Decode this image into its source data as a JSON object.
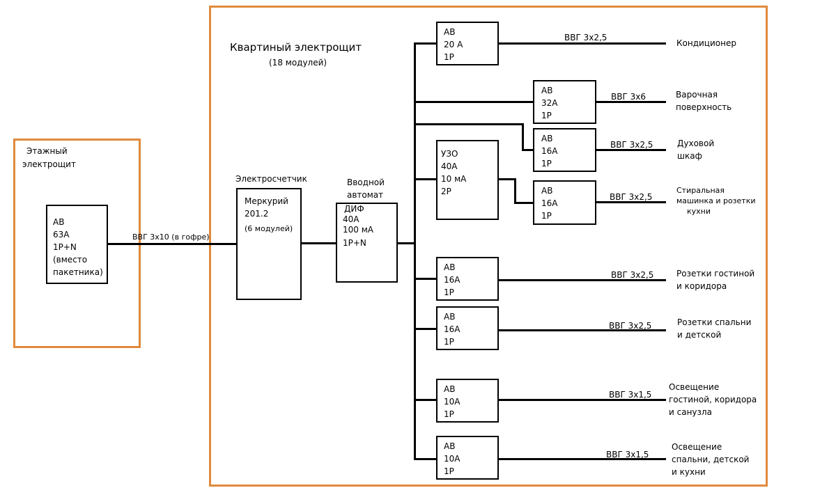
{
  "floor_panel": {
    "title_lines": [
      "Этажный",
      "электрощит"
    ],
    "breaker": [
      "АВ",
      "63А",
      "1Р+N",
      "(вместо",
      "пакетника)"
    ]
  },
  "apartment_panel": {
    "title": "Квартиный электрощит",
    "subtitle": "(18 модулей)"
  },
  "feed_cable": "ВВГ 3х10 (в гофре)",
  "meter": {
    "heading": "Электросчетчик",
    "lines": [
      "Меркурий",
      "201.2"
    ],
    "modules": "(6 модулей)"
  },
  "main_breaker": {
    "heading": [
      "Вводной",
      "автомат"
    ],
    "lines": [
      "ДИФ",
      "40А",
      "100 мА",
      "1Р+N"
    ]
  },
  "rcd": {
    "lines": [
      "УЗО",
      "40А",
      "10 мА",
      "2Р"
    ]
  },
  "circuits": [
    {
      "breaker": [
        "АВ",
        "20 А",
        "1Р"
      ],
      "cable": "ВВГ 3х2,5",
      "load": [
        "Кондиционер"
      ]
    },
    {
      "breaker": [
        "АВ",
        "32А",
        "1Р"
      ],
      "cable": "ВВГ 3х6",
      "load": [
        "Варочная",
        "поверхность"
      ]
    },
    {
      "breaker": [
        "АВ",
        "16А",
        "1Р"
      ],
      "cable": "ВВГ 3х2,5",
      "load": [
        "Духовой",
        "шкаф"
      ]
    },
    {
      "breaker": [
        "АВ",
        "16А",
        "1Р"
      ],
      "cable": "ВВГ 3х2,5",
      "load": [
        "Стиральная",
        "машинка и розетки",
        "кухни"
      ]
    },
    {
      "breaker": [
        "АВ",
        "16А",
        "1Р"
      ],
      "cable": "ВВГ 3х2,5",
      "load": [
        "Розетки гостиной",
        "и коридора"
      ]
    },
    {
      "breaker": [
        "АВ",
        "16А",
        "1Р"
      ],
      "cable": "ВВГ 3х2,5",
      "load": [
        "Розетки спальни",
        "и детской"
      ]
    },
    {
      "breaker": [
        "АВ",
        "10А",
        "1Р"
      ],
      "cable": "ВВГ 3х1,5",
      "load": [
        "Освещение",
        "гостиной, коридора",
        "и санузла"
      ]
    },
    {
      "breaker": [
        "АВ",
        "10А",
        "1Р"
      ],
      "cable": "ВВГ 3х1,5",
      "load": [
        "Освещение",
        "спальни, детской",
        "и кухни"
      ]
    }
  ]
}
